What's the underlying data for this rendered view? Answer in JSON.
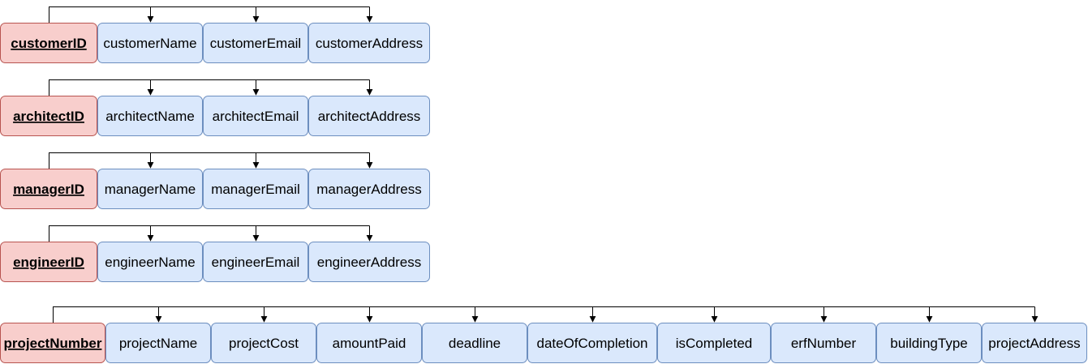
{
  "colors": {
    "key_fill": "#f8cecc",
    "key_stroke": "#b85450",
    "attr_fill": "#dae8fc",
    "attr_stroke": "#6c8ebf",
    "edge": "#000000"
  },
  "tables": [
    {
      "key": "customerID",
      "attributes": [
        "customerName",
        "customerEmail",
        "customerAddress"
      ]
    },
    {
      "key": "architectID",
      "attributes": [
        "architectName",
        "architectEmail",
        "architectAddress"
      ]
    },
    {
      "key": "managerID",
      "attributes": [
        "managerName",
        "managerEmail",
        "managerAddress"
      ]
    },
    {
      "key": "engineerID",
      "attributes": [
        "engineerName",
        "engineerEmail",
        "engineerAddress"
      ]
    },
    {
      "key": "projectNumber",
      "attributes": [
        "projectName",
        "projectCost",
        "amountPaid",
        "deadline",
        "dateOfCompletion",
        "isCompleted",
        "erfNumber",
        "buildingType",
        "projectAddress"
      ]
    }
  ]
}
